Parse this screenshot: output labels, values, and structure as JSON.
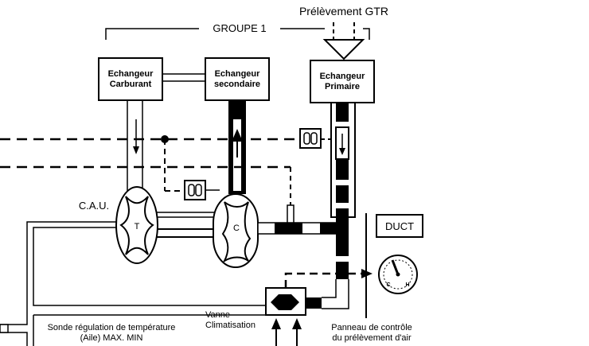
{
  "labels": {
    "top_title": "Prélèvement GTR",
    "group_label": "GROUPE 1",
    "fuel_exchanger_line1": "Echangeur",
    "fuel_exchanger_line2": "Carburant",
    "secondary_exchanger_line1": "Echangeur",
    "secondary_exchanger_line2": "secondaire",
    "primary_exchanger_line1": "Echangeur",
    "primary_exchanger_line2": "Primaire",
    "cau_label": "C.A.U.",
    "turbine_letter": "T",
    "compressor_letter": "C",
    "duct_label": "DUCT",
    "gauge_cold": "C",
    "gauge_hot": "H",
    "valve_line1": "Vanne",
    "valve_line2": "Climatisation",
    "sensor_line1": "Sonde régulation de température",
    "sensor_line2": "(Aile) MAX. MIN",
    "panel_line1": "Panneau de contrôle",
    "panel_line2": "du prélèvement d'air"
  }
}
